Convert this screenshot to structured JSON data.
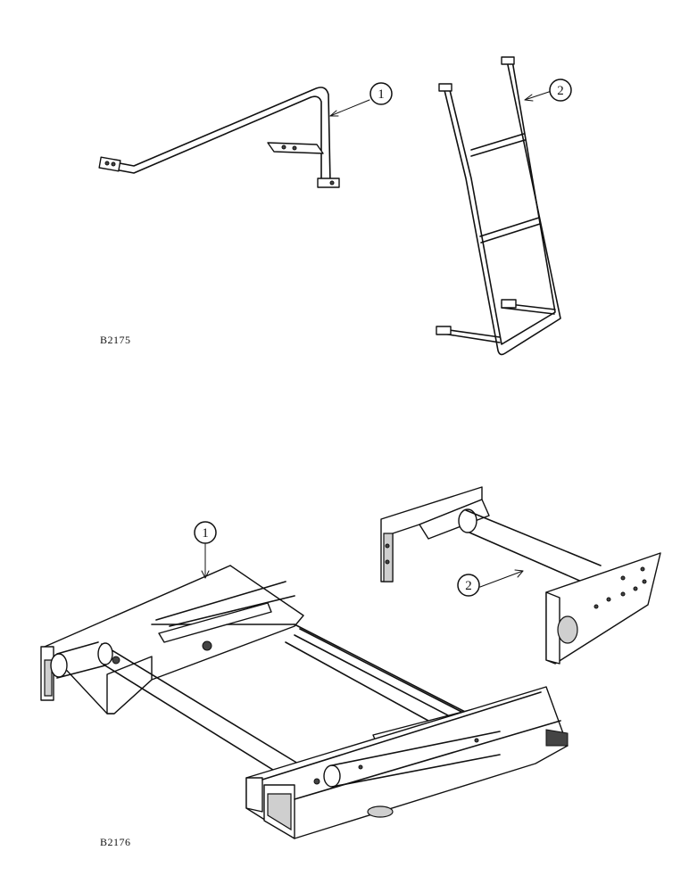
{
  "figures": [
    {
      "label": "B2175",
      "callouts": [
        {
          "number": "1",
          "part": "handrail"
        },
        {
          "number": "2",
          "part": "ladder"
        }
      ]
    },
    {
      "label": "B2176",
      "callouts": [
        {
          "number": "1",
          "part": "platform-frame"
        },
        {
          "number": "2",
          "part": "support-bracket"
        }
      ]
    }
  ],
  "colors": {
    "line": "#111111",
    "background": "#ffffff",
    "shade": "#cfcfcf"
  }
}
